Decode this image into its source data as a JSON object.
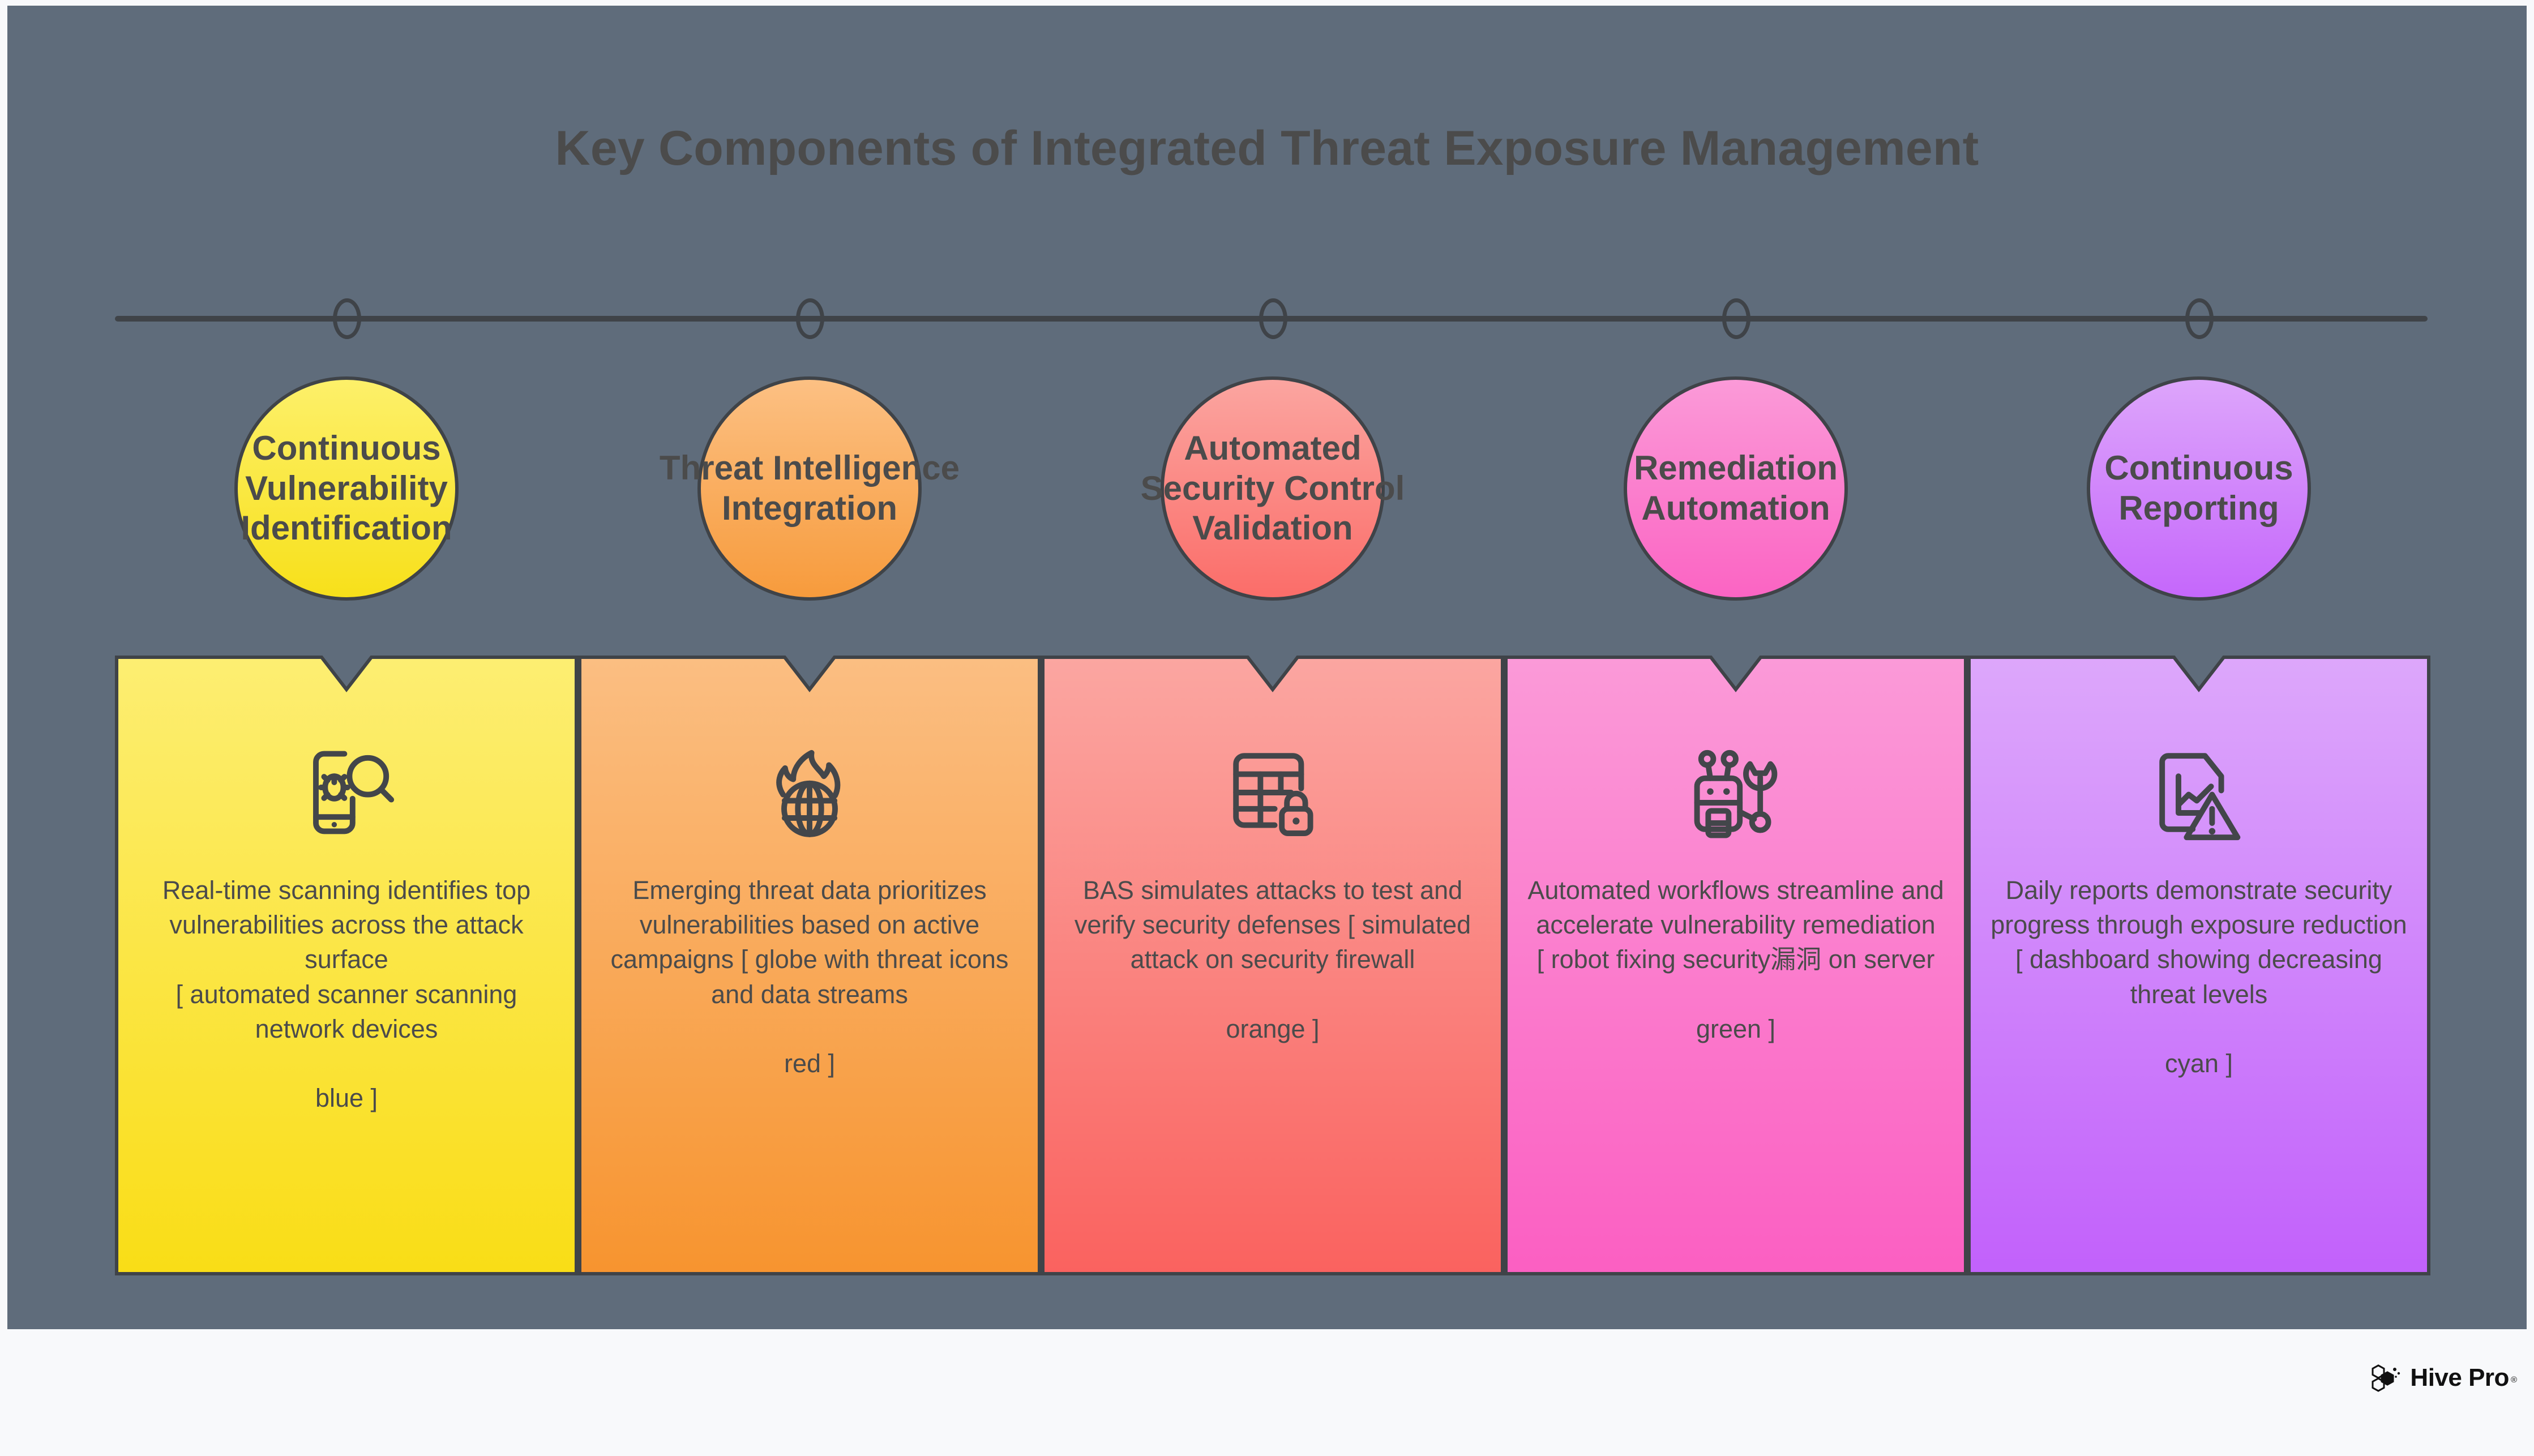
{
  "title": "Key Components of Integrated Threat Exposure Management",
  "theme": {
    "slide_background": "#5f6c7b",
    "page_background": "#f8f9fb",
    "text_color": "#4b4b4b",
    "outline_color": "#3f4348"
  },
  "timeline": {
    "node_count": 5,
    "node_icon": "timeline-node-circle"
  },
  "steps": [
    {
      "label": "Continuous Vulnerability Identification",
      "bubble_color_top": "#fdf06a",
      "bubble_color_bottom": "#f7e01a",
      "card_color_top": "#fdee72",
      "card_color_bottom": "#f9dd16",
      "icon": "mobile-bug-scan-icon",
      "body": "Real-time scanning identifies top vulnerabilities across the attack surface\n[ automated scanner scanning network devices\n\nblue ]"
    },
    {
      "label": "Threat Intelligence Integration",
      "bubble_color_top": "#fcc083",
      "bubble_color_bottom": "#f79b3c",
      "card_color_top": "#fbbe82",
      "card_color_bottom": "#f7942f",
      "icon": "globe-flame-icon",
      "body": "Emerging threat data prioritizes vulnerabilities based on active campaigns [ globe with threat icons and data streams\n\nred ]"
    },
    {
      "label": "Automated Security Control Validation",
      "bubble_color_top": "#fba5a0",
      "bubble_color_bottom": "#fb6d69",
      "card_color_top": "#fba6a1",
      "card_color_bottom": "#fa625f",
      "icon": "firewall-lock-icon",
      "body": "BAS simulates attacks to test and verify security defenses [ simulated attack on security firewall\n\norange ]"
    },
    {
      "label": "Remediation Automation",
      "bubble_color_top": "#fb9ad8",
      "bubble_color_bottom": "#fb64c3",
      "card_color_top": "#fb9ad8",
      "card_color_bottom": "#fb5fc2",
      "icon": "robot-wrench-icon",
      "body": "Automated workflows streamline and accelerate vulnerability remediation\n[ robot fixing security漏洞 on server\n\ngreen ]"
    },
    {
      "label": "Continuous Reporting",
      "bubble_color_top": "#dda5fb",
      "bubble_color_bottom": "#c567fb",
      "card_color_top": "#dda7fb",
      "card_color_bottom": "#c261fb",
      "icon": "report-chart-warning-icon",
      "body": "Daily reports demonstrate security progress through exposure reduction\n[ dashboard showing decreasing threat levels\n\ncyan ]"
    }
  ],
  "footer": {
    "logo_text": "Hive Pro",
    "logo_tm": "®",
    "logo_mark": "hive-hexagon-icon"
  }
}
